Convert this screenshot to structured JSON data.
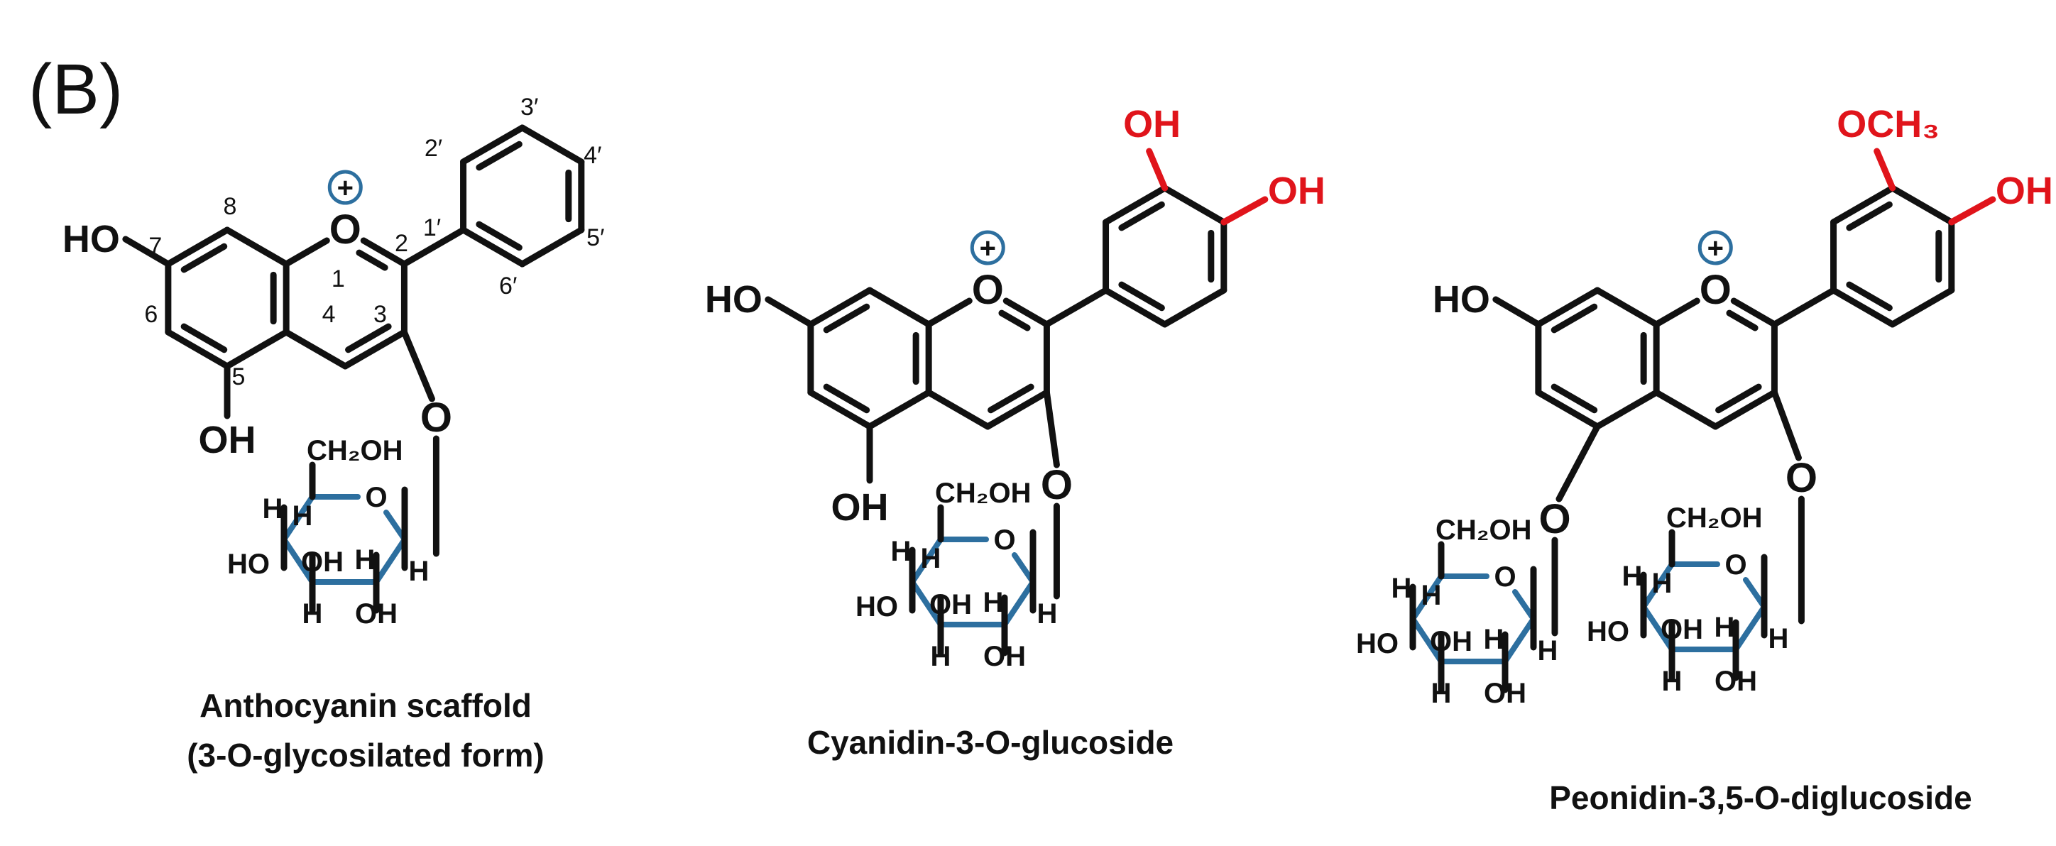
{
  "panel_label": "(B)",
  "atoms": {
    "hydroxyl": "HO",
    "hydroxyl_right": "OH",
    "oxygen": "O",
    "hydrogen": "H",
    "sugar_ch2oh": "CH₂OH",
    "charge": "+",
    "methoxy": "OCH₃"
  },
  "scaffold_numbers": [
    "1",
    "2",
    "3",
    "4",
    "5",
    "6",
    "7",
    "8",
    "1′",
    "2′",
    "3′",
    "4′",
    "5′",
    "6′"
  ],
  "colors": {
    "bonds": "#111111",
    "substituent_highlight": "#e0141b",
    "sugar_ring": "#2d6f9f",
    "charge_ring": "#2d6f9f"
  },
  "structures": [
    {
      "caption_lines": [
        "Anthocyanin scaffold",
        "(3-O-glycosilated form)"
      ]
    },
    {
      "caption_lines": [
        "Cyanidin-3-O-glucoside"
      ]
    },
    {
      "caption_lines": [
        "Peonidin-3,5-O-diglucoside"
      ]
    }
  ]
}
